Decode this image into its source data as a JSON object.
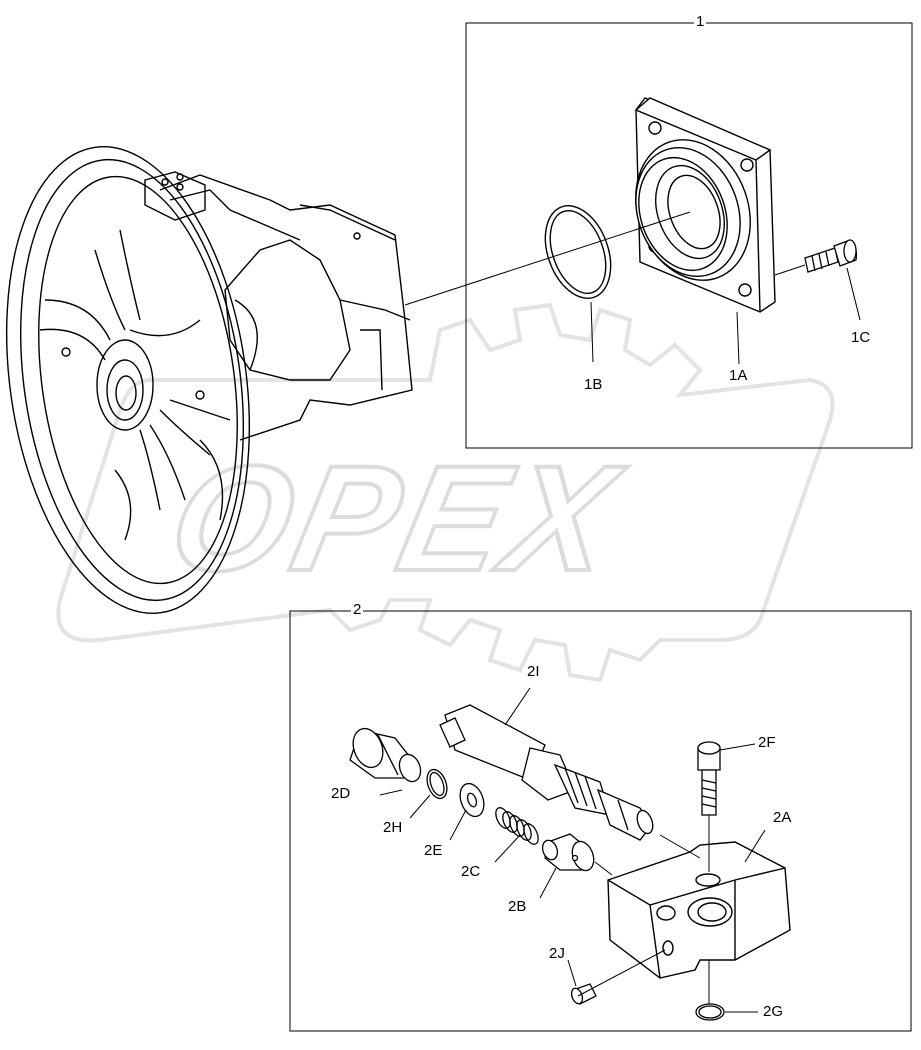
{
  "groups": {
    "g1": {
      "label": "1"
    },
    "g2": {
      "label": "2"
    }
  },
  "parts": {
    "p1A": "1A",
    "p1B": "1B",
    "p1C": "1C",
    "p2A": "2A",
    "p2B": "2B",
    "p2C": "2C",
    "p2D": "2D",
    "p2E": "2E",
    "p2F": "2F",
    "p2G": "2G",
    "p2H": "2H",
    "p2I": "2I",
    "p2J": "2J"
  },
  "watermark": {
    "text": "OPEX"
  },
  "colors": {
    "line": "#000000",
    "watermark": "#e6e6e6",
    "background": "#ffffff"
  },
  "icons": [
    "gear-watermark"
  ]
}
